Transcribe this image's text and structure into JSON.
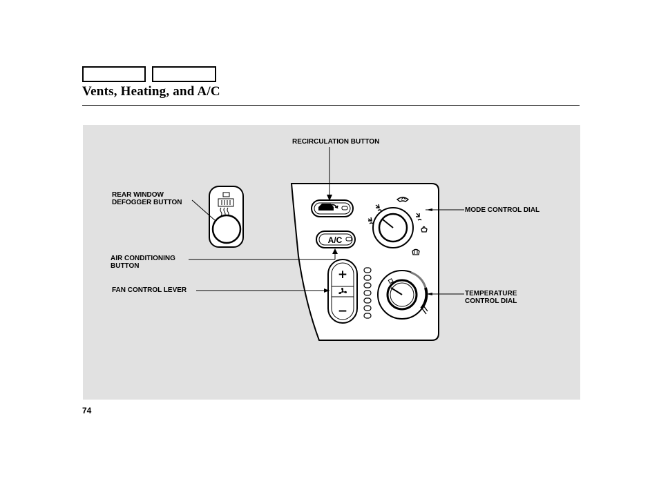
{
  "page": {
    "title": "Vents, Heating, and A/C",
    "page_number": "74",
    "nav_tabs": [
      "",
      ""
    ]
  },
  "callouts": {
    "recirculation": "RECIRCULATION BUTTON",
    "rear_defogger_line1": "REAR WINDOW",
    "rear_defogger_line2": "DEFOGGER BUTTON",
    "mode_dial": "MODE CONTROL DIAL",
    "air_conditioning_line1": "AIR CONDITIONING",
    "air_conditioning_line2": "BUTTON",
    "fan_lever": "FAN CONTROL LEVER",
    "temperature_line1": "TEMPERATURE",
    "temperature_line2": "CONTROL DIAL"
  },
  "controls": {
    "ac_label": "A/C",
    "fan_plus": "+",
    "fan_minus": "−"
  },
  "colors": {
    "panel_background": "#e1e1e1",
    "temperature_cold": "#7a7a7a",
    "temperature_hot": "#000000"
  },
  "icons": {
    "recirculation": "recirculation-car-icon",
    "rear_defogger": "rear-window-defrost-icon",
    "fan": "fan-icon",
    "mode_positions": [
      "face-vent-icon",
      "bi-level-icon",
      "floor-vent-icon",
      "floor-defrost-icon",
      "windshield-defrost-icon"
    ]
  }
}
